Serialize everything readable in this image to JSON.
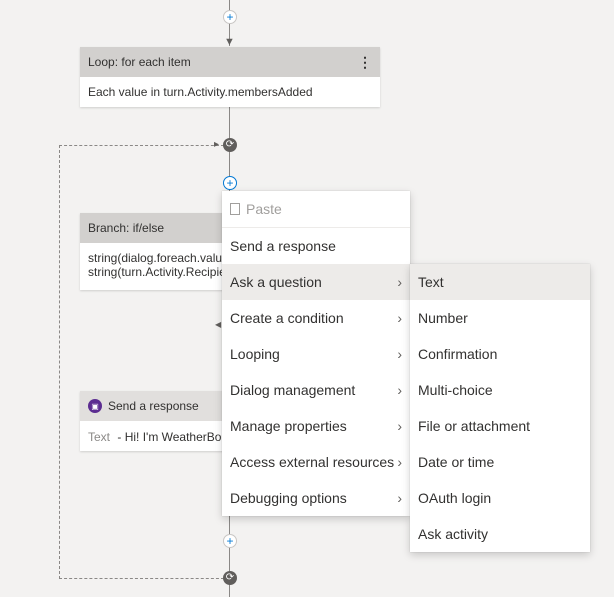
{
  "loop_card": {
    "title": "Loop: for each item",
    "more_icon": "⋮",
    "body": "Each value in turn.Activity.membersAdded"
  },
  "branch_card": {
    "title": "Branch: if/else",
    "body_line1": "string(dialog.foreach.valu",
    "body_line2": "string(turn.Activity.Recipie"
  },
  "send_card": {
    "title": "Send a response",
    "label": "Text",
    "body": "- Hi! I'm WeatherBo"
  },
  "context_menu": {
    "paste": "Paste",
    "items": [
      "Send a response",
      "Ask a question",
      "Create a condition",
      "Looping",
      "Dialog management",
      "Manage properties",
      "Access external resources",
      "Debugging options"
    ]
  },
  "submenu": {
    "items": [
      "Text",
      "Number",
      "Confirmation",
      "Multi-choice",
      "File or attachment",
      "Date or time",
      "OAuth login",
      "Ask activity"
    ]
  },
  "icons": {
    "plus": "+",
    "chevron": "›",
    "loop": "⟳",
    "arrow_down": "↓",
    "arrow_left": "◀",
    "arrow_right": "▸"
  }
}
